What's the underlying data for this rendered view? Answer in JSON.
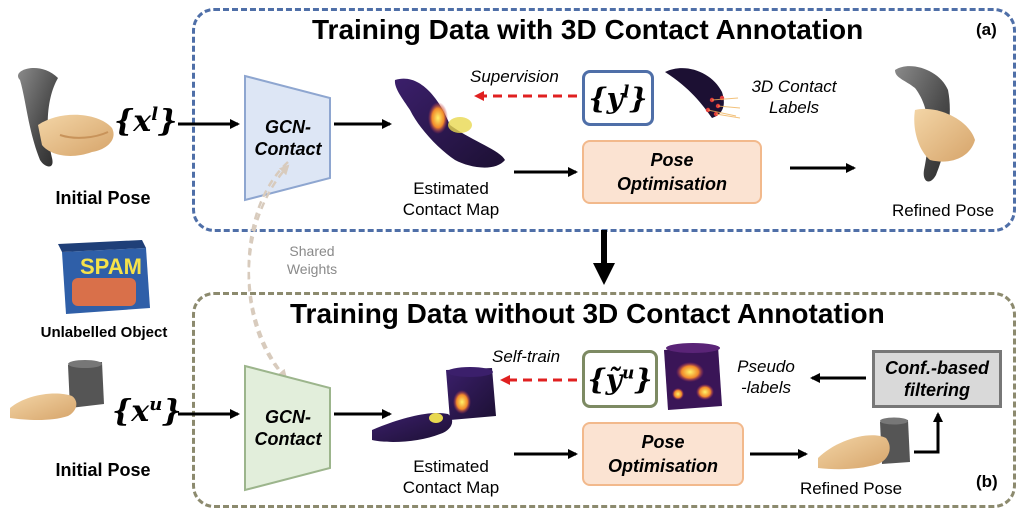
{
  "panel_a": {
    "title": "Training Data with 3D Contact Annotation",
    "tag": "(a)",
    "input": "{x",
    "input_sup": "l",
    "input_close": "}",
    "gcn_line1": "GCN-",
    "gcn_line2": "Contact",
    "supervision": "Supervision",
    "label_set": "{y",
    "label_sup": "l",
    "label_close": "}",
    "contact_labels_1": "3D Contact",
    "contact_labels_2": "Labels",
    "estimated_1": "Estimated",
    "estimated_2": "Contact Map",
    "pose_opt_1": "Pose",
    "pose_opt_2": "Optimisation",
    "refined": "Refined Pose",
    "initial": "Initial Pose"
  },
  "panel_b": {
    "title": "Training Data without 3D Contact Annotation",
    "tag": "(b)",
    "input": "{x",
    "input_sup": "u",
    "input_close": "}",
    "gcn_line1": "GCN-",
    "gcn_line2": "Contact",
    "self_train": "Self-train",
    "pseudo_set": "{ỹ",
    "pseudo_sup": "u",
    "pseudo_close": "}",
    "pseudo_1": "Pseudo",
    "pseudo_2": "-labels",
    "conf_1": "Conf.-based",
    "conf_2": "filtering",
    "estimated_1": "Estimated",
    "estimated_2": "Contact Map",
    "pose_opt_1": "Pose",
    "pose_opt_2": "Optimisation",
    "refined": "Refined Pose",
    "initial": "Initial Pose"
  },
  "shared_1": "Shared",
  "shared_2": "Weights",
  "unlabelled": "Unlabelled Object",
  "can_brand": "SPAM",
  "colors": {
    "panel_a_border": "#4f6fa8",
    "panel_b_border": "#8c8a6e",
    "gcn_a_fill": "#dde6f5",
    "gcn_b_fill": "#e2eedb",
    "pose_fill": "#fbe3d2",
    "supervision_arrow": "#e02020",
    "contact_heat": "#f5e34a",
    "contact_base": "#2a1a4e"
  }
}
